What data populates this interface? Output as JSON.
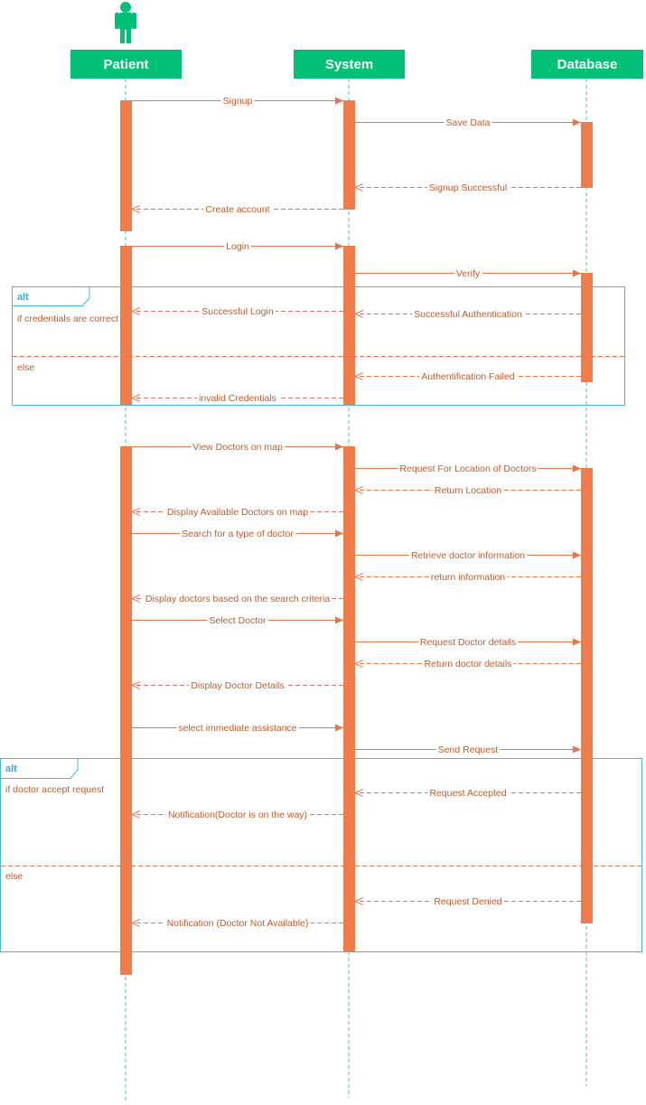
{
  "participants": [
    {
      "id": "patient",
      "label": "Patient",
      "actor": true
    },
    {
      "id": "system",
      "label": "System",
      "actor": false
    },
    {
      "id": "database",
      "label": "Database",
      "actor": false
    }
  ],
  "colors": {
    "header_bg": "#00bf77",
    "activation": "#f07c4c",
    "message": "#e8734a",
    "label": "#c05a2b",
    "lifeline": "#3ec7c0",
    "frame": "#44b8e2",
    "frame_tag": "#33aadd"
  },
  "messages": [
    {
      "from": "patient",
      "to": "system",
      "label": "Signup",
      "kind": "sync"
    },
    {
      "from": "system",
      "to": "database",
      "label": "Save Data",
      "kind": "sync"
    },
    {
      "from": "database",
      "to": "system",
      "label": "Signup Successful",
      "kind": "reply"
    },
    {
      "from": "system",
      "to": "patient",
      "label": "Create account",
      "kind": "reply"
    },
    {
      "from": "patient",
      "to": "system",
      "label": "Login",
      "kind": "sync"
    },
    {
      "from": "system",
      "to": "database",
      "label": "Verify",
      "kind": "sync"
    },
    {
      "from": "system",
      "to": "patient",
      "label": "Successful Login",
      "kind": "reply"
    },
    {
      "from": "database",
      "to": "system",
      "label": "Successful Authentication",
      "kind": "reply"
    },
    {
      "from": "database",
      "to": "system",
      "label": "Authentification Failed",
      "kind": "reply"
    },
    {
      "from": "system",
      "to": "patient",
      "label": "invalid Credentials",
      "kind": "reply"
    },
    {
      "from": "patient",
      "to": "system",
      "label": "View Doctors on map",
      "kind": "sync"
    },
    {
      "from": "system",
      "to": "database",
      "label": "Request For Location of Doctors",
      "kind": "sync"
    },
    {
      "from": "database",
      "to": "system",
      "label": "Return Location",
      "kind": "reply"
    },
    {
      "from": "system",
      "to": "patient",
      "label": "Display Available Doctors on map",
      "kind": "reply"
    },
    {
      "from": "patient",
      "to": "system",
      "label": "Search for a type of doctor",
      "kind": "sync"
    },
    {
      "from": "system",
      "to": "database",
      "label": "Retrieve doctor information",
      "kind": "sync"
    },
    {
      "from": "database",
      "to": "system",
      "label": "return information",
      "kind": "reply"
    },
    {
      "from": "system",
      "to": "patient",
      "label": "Display doctors based on the search criteria",
      "kind": "reply"
    },
    {
      "from": "patient",
      "to": "system",
      "label": "Select Doctor",
      "kind": "sync"
    },
    {
      "from": "system",
      "to": "database",
      "label": "Request Doctor details",
      "kind": "sync"
    },
    {
      "from": "database",
      "to": "system",
      "label": "Return doctor details",
      "kind": "reply"
    },
    {
      "from": "system",
      "to": "patient",
      "label": "Display Doctor Details",
      "kind": "reply"
    },
    {
      "from": "patient",
      "to": "system",
      "label": "select immediate assistance",
      "kind": "sync"
    },
    {
      "from": "system",
      "to": "database",
      "label": "Send Request",
      "kind": "sync"
    },
    {
      "from": "database",
      "to": "system",
      "label": "Request Accepted",
      "kind": "reply"
    },
    {
      "from": "system",
      "to": "patient",
      "label": "Notification(Doctor is on the way)",
      "kind": "reply"
    },
    {
      "from": "database",
      "to": "system",
      "label": "Request Denied",
      "kind": "reply"
    },
    {
      "from": "system",
      "to": "patient",
      "label": "Notification (Doctor Not Available)",
      "kind": "reply"
    }
  ],
  "fragments": [
    {
      "operator": "alt",
      "guard": "if credentials are correct",
      "else_label": "else"
    },
    {
      "operator": "alt",
      "guard": "if doctor accept request",
      "else_label": "else"
    }
  ]
}
